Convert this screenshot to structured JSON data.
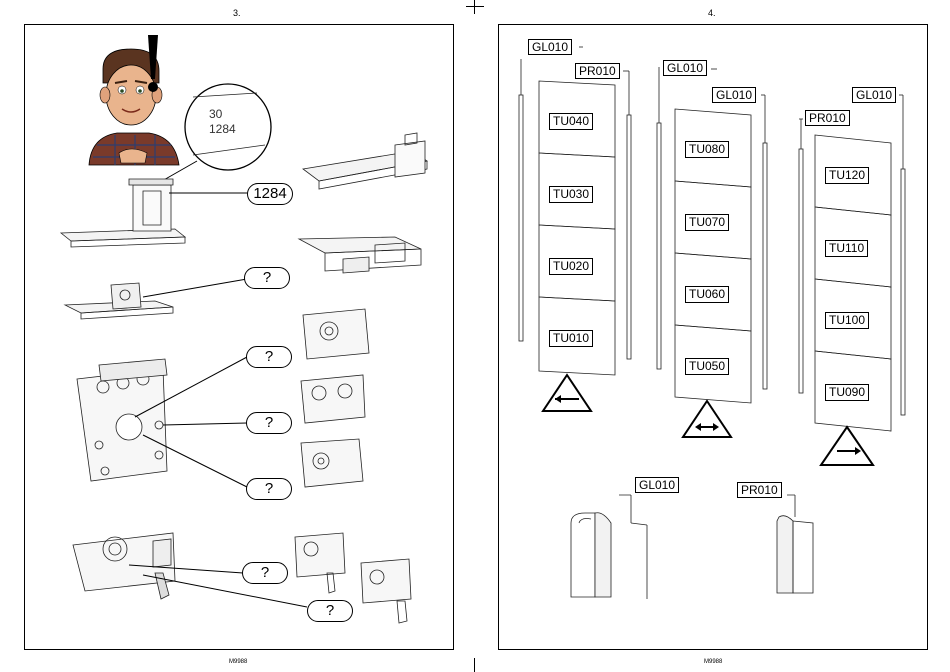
{
  "page_left": {
    "page_number": "3.",
    "footer_code": "M9988",
    "magnified_code_line1": "30",
    "magnified_code_line2": "1284",
    "callouts": [
      "1284",
      "?",
      "?",
      "?",
      "?",
      "?",
      "?"
    ]
  },
  "page_right": {
    "page_number": "4.",
    "footer_code": "M9988",
    "column_labels": {
      "c1_gl": "GL010",
      "c1_pr": "PR010",
      "c2_gl_top": "GL010",
      "c2_gl": "GL010",
      "c3_pr": "PR010",
      "c3_gl": "GL010"
    },
    "panels_col1": [
      "TU040",
      "TU030",
      "TU020",
      "TU010"
    ],
    "panels_col2": [
      "TU080",
      "TU070",
      "TU060",
      "TU050"
    ],
    "panels_col3": [
      "TU120",
      "TU110",
      "TU100",
      "TU090"
    ],
    "profile_labels": {
      "gl": "GL010",
      "pr": "PR010"
    },
    "direction_icons": [
      "arrow-left",
      "arrow-both",
      "arrow-right"
    ]
  }
}
